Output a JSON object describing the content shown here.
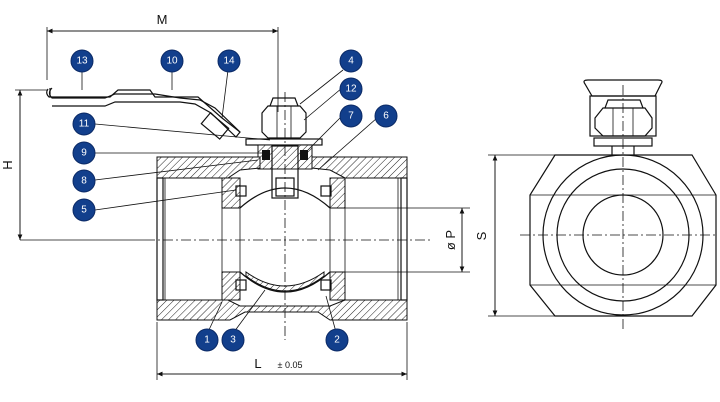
{
  "dimensions": {
    "M": "M",
    "H": "H",
    "L": "L",
    "L_tolerance": "± 0.05",
    "P": "ø P",
    "S": "S"
  },
  "callouts": [
    "13",
    "10",
    "14",
    "4",
    "12",
    "11",
    "7",
    "6",
    "9",
    "8",
    "5",
    "1",
    "3",
    "2"
  ],
  "colors": {
    "callout_fill": "#123f8c",
    "line": "#111111"
  }
}
